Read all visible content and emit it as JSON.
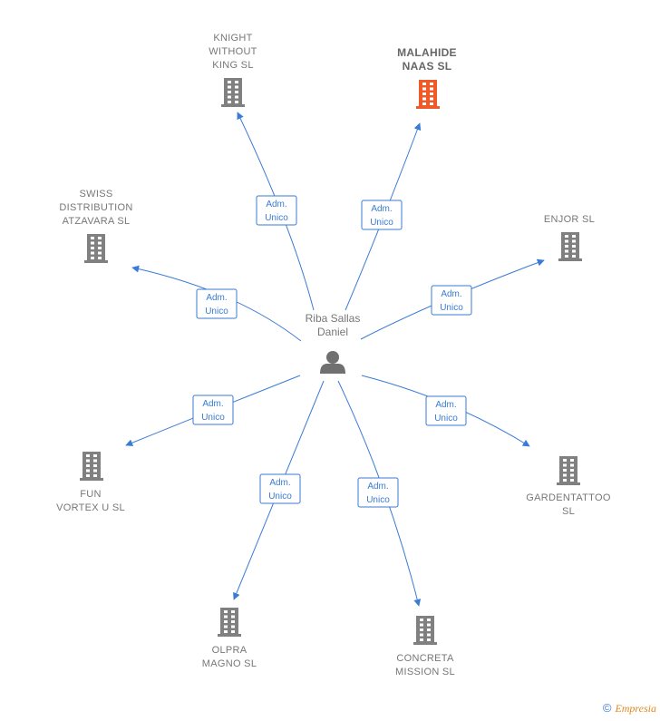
{
  "colors": {
    "edge": "#3a7bd5",
    "company": "#808080",
    "company_highlight": "#f05a28",
    "person": "#707070"
  },
  "center": {
    "name_lines": [
      "Riba Sallas",
      "Daniel"
    ],
    "icon": "person-icon"
  },
  "edge_label_lines": [
    "Adm.",
    "Unico"
  ],
  "companies": [
    {
      "id": "knight-without-king",
      "name_lines": [
        "KNIGHT",
        "WITHOUT",
        "KING  SL"
      ],
      "highlight": false,
      "icon": "building-icon"
    },
    {
      "id": "malahide-naas",
      "name_lines": [
        "MALAHIDE",
        "NAAS  SL"
      ],
      "highlight": true,
      "icon": "building-icon"
    },
    {
      "id": "swiss-distribution-atzavara",
      "name_lines": [
        "SWISS",
        "DISTRIBUTION",
        "ATZAVARA  SL"
      ],
      "highlight": false,
      "icon": "building-icon"
    },
    {
      "id": "enjor",
      "name_lines": [
        "ENJOR SL"
      ],
      "highlight": false,
      "icon": "building-icon"
    },
    {
      "id": "fun-vortex-u",
      "name_lines": [
        "FUN",
        "VORTEX U SL"
      ],
      "highlight": false,
      "icon": "building-icon"
    },
    {
      "id": "gardentattoo",
      "name_lines": [
        "GARDENTATTOO",
        "SL"
      ],
      "highlight": false,
      "icon": "building-icon"
    },
    {
      "id": "olpra-magno",
      "name_lines": [
        "OLPRA",
        "MAGNO  SL"
      ],
      "highlight": false,
      "icon": "building-icon"
    },
    {
      "id": "concreta-mission",
      "name_lines": [
        "CONCRETA",
        "MISSION  SL"
      ],
      "highlight": false,
      "icon": "building-icon"
    }
  ],
  "footer": {
    "copyright": "©",
    "brand": "Empresia"
  }
}
